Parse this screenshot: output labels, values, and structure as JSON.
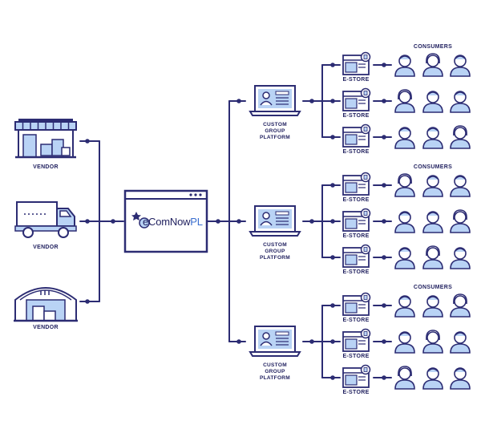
{
  "vendors": [
    "VENDOR",
    "VENDOR",
    "VENDOR"
  ],
  "hub": {
    "logo_main": "eComNow",
    "logo_accent": "PL"
  },
  "platforms": [
    "CUSTOM\nGROUP\nPLATFORM",
    "CUSTOM\nGROUP\nPLATFORM",
    "CUSTOM\nGROUP\nPLATFORM"
  ],
  "stores": [
    [
      "E-STORE",
      "E-STORE",
      "E-STORE"
    ],
    [
      "E-STORE",
      "E-STORE",
      "E-STORE"
    ],
    [
      "E-STORE",
      "E-STORE",
      "E-STORE"
    ]
  ],
  "consumers_labels": [
    "CONSUMERS",
    "CONSUMERS",
    "CONSUMERS"
  ],
  "colors": {
    "line": "#2c2c73",
    "fill": "#b9d3f5",
    "text": "#1f1f5e",
    "accent": "#3b6fd0"
  },
  "icons": {
    "vendors": [
      "storefront-icon",
      "delivery-truck-icon",
      "warehouse-icon"
    ],
    "hub": "browser-window-icon",
    "platform": "laptop-dashboard-icon",
    "store": "online-store-icon",
    "consumer": "person-icon"
  }
}
